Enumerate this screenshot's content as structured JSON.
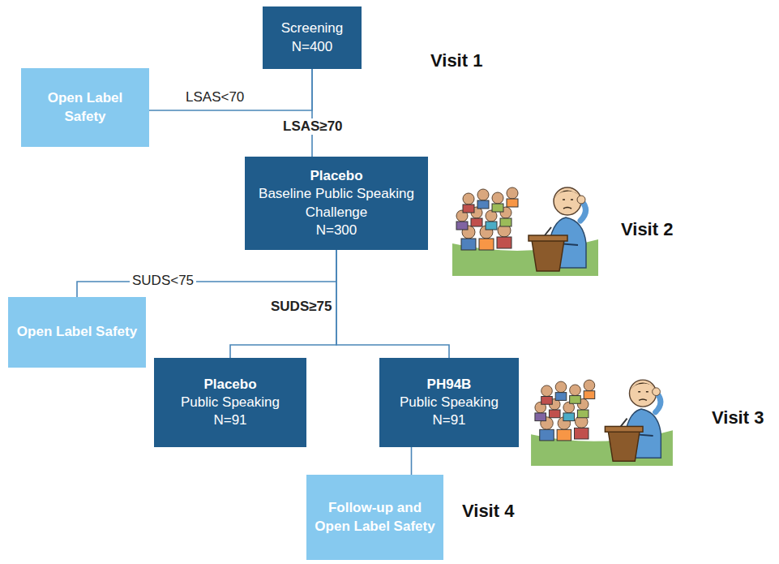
{
  "diagram": {
    "nodes": [
      {
        "text": [
          "Screening",
          "N=400"
        ]
      },
      {
        "text": [
          "Open Label Safety"
        ]
      },
      {
        "text": [
          "Placebo",
          "Baseline Public Speaking Challenge",
          "N=300"
        ]
      },
      {
        "text": [
          "Open Label Safety"
        ]
      },
      {
        "text": [
          "Placebo",
          "Public Speaking",
          "N=91"
        ]
      },
      {
        "text": [
          "PH94B",
          "Public Speaking",
          "N=91"
        ]
      },
      {
        "text": [
          "Follow-up and Open Label Safety"
        ]
      }
    ],
    "edges": [
      {
        "from": 0,
        "to": 1,
        "label": "LSAS<70",
        "arrow": "none"
      },
      {
        "from": 0,
        "to": 2,
        "label": "LSAS≥70",
        "arrow": "none"
      },
      {
        "from": 2,
        "to": 3,
        "label": "SUDS<75",
        "arrow": "none"
      },
      {
        "from": 2,
        "to": 4,
        "label": "SUDS≥75",
        "arrow": "none"
      },
      {
        "from": 2,
        "to": 5,
        "arrow": "none"
      },
      {
        "from": 5,
        "to": 6,
        "arrow": "none"
      }
    ],
    "labels": [
      "Visit 1",
      "Visit 2",
      "Visit 3",
      "Visit 4"
    ]
  }
}
